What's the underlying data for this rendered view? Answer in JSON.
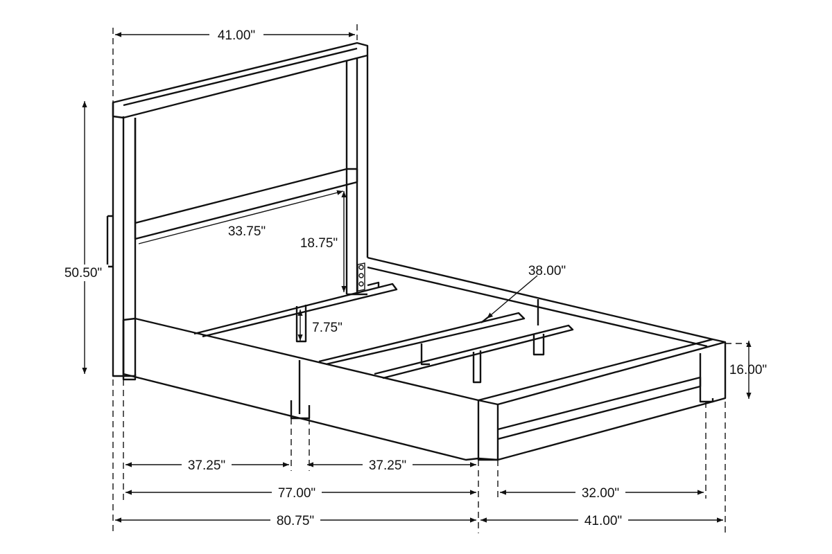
{
  "dimensions": {
    "headboard_width": "41.00\"",
    "overall_height": "50.50\"",
    "panel_width": "33.75\"",
    "headboard_clearance": "18.75\"",
    "slat_length": "38.00\"",
    "leg_height": "7.75\"",
    "side_height": "16.00\"",
    "rail_segment_left": "37.25\"",
    "rail_segment_right": "37.25\"",
    "inner_length": "77.00\"",
    "inner_width": "32.00\"",
    "overall_length": "80.75\"",
    "overall_width": "41.00\""
  }
}
